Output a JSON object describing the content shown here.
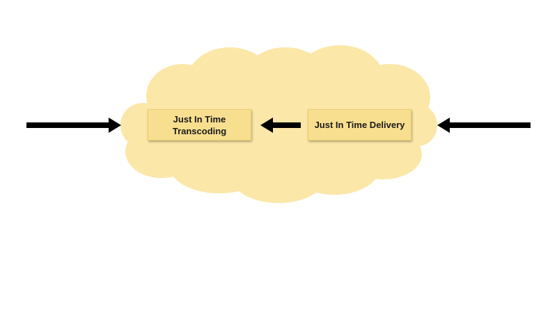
{
  "colors": {
    "cloud": "#fbe7a8",
    "box": "#f8df8f",
    "box_border": "#e9cd6e",
    "arrow": "#000000"
  },
  "boxes": {
    "transcoding": {
      "label": "Just In Time\nTranscoding"
    },
    "delivery": {
      "label": "Just In Time Delivery"
    }
  },
  "arrows": [
    {
      "from": "external-left",
      "to": "transcoding",
      "direction": "right"
    },
    {
      "from": "delivery",
      "to": "transcoding",
      "direction": "left"
    },
    {
      "from": "external-right",
      "to": "delivery",
      "direction": "left"
    }
  ]
}
